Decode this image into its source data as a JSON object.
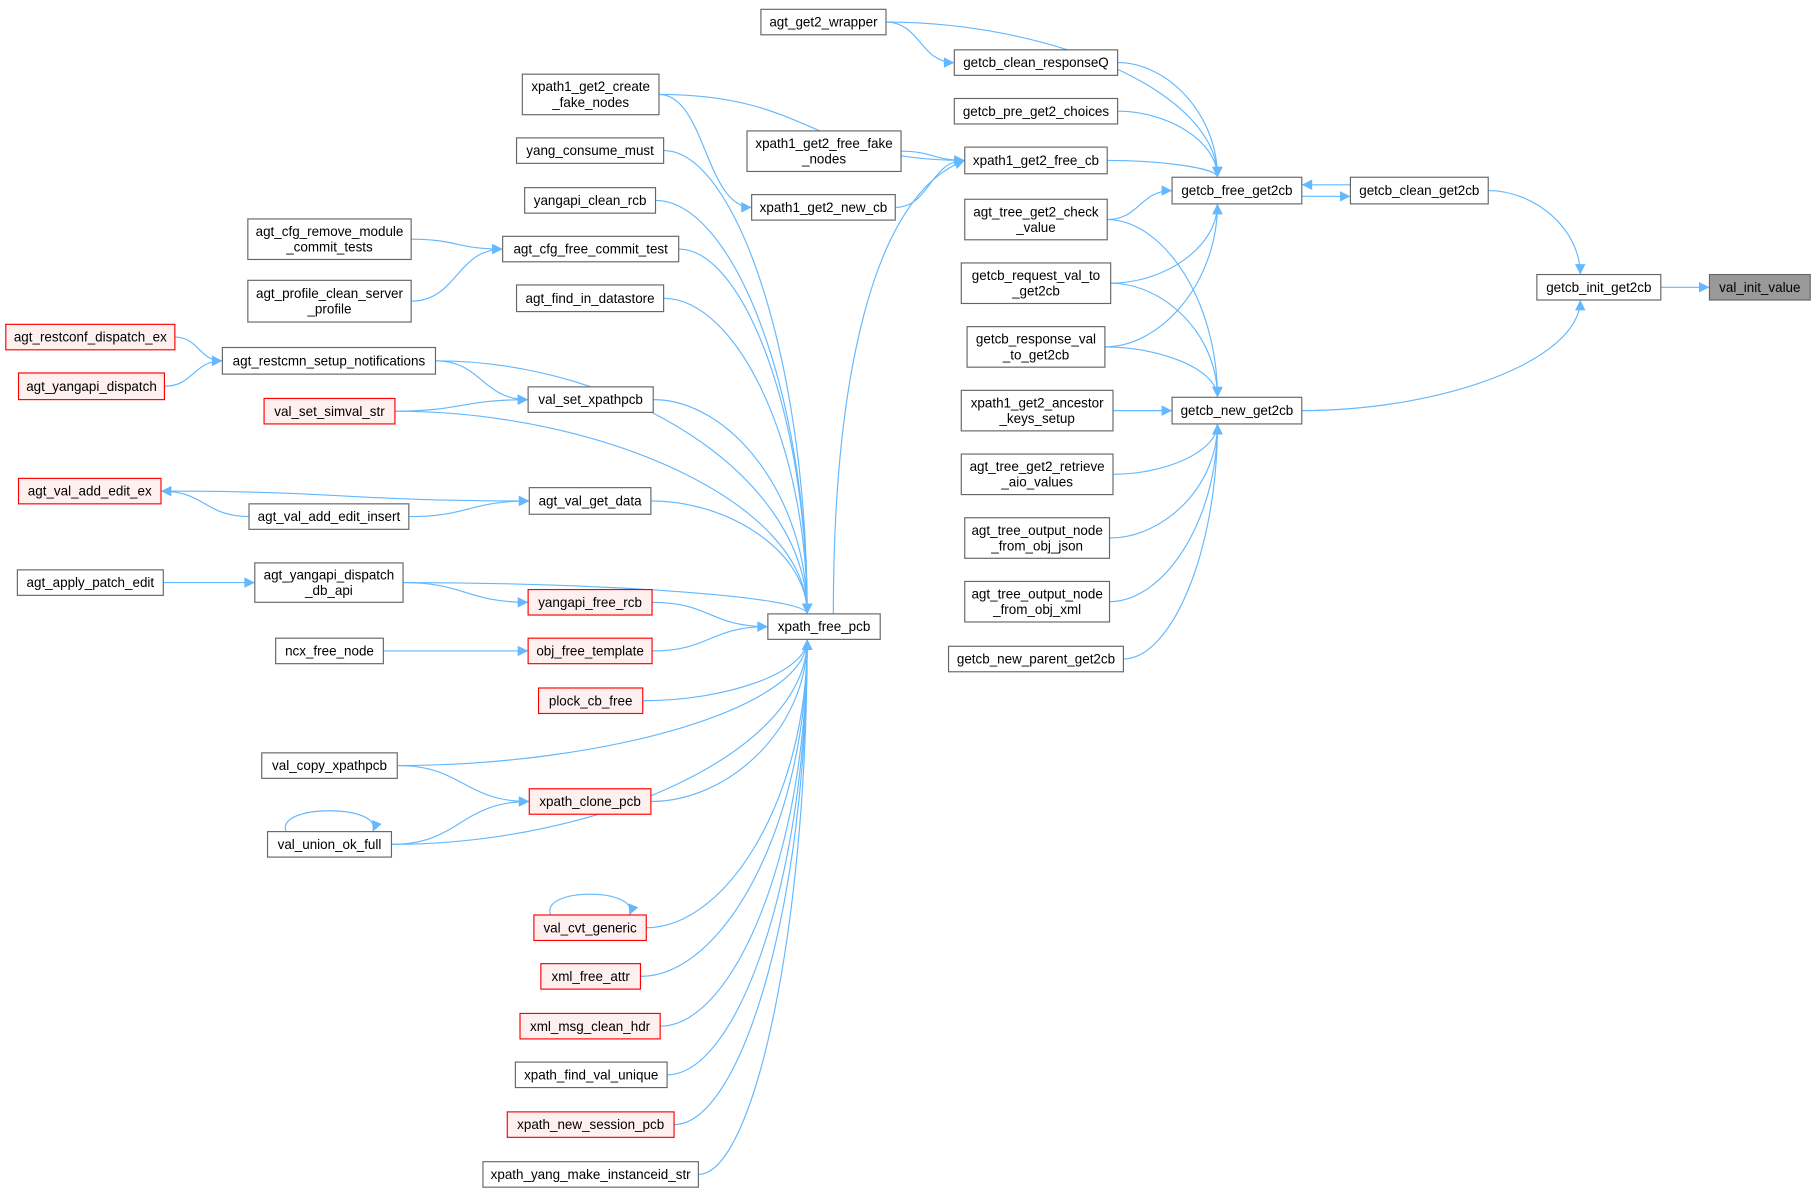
{
  "colors": {
    "edge": "#63b8ff",
    "focus_fill": "#999999",
    "red_border": "#ff0000",
    "red_fill": "#fff0f0"
  },
  "nodes": [
    {
      "lines": [
        "val_init_value"
      ],
      "style": "focus"
    },
    {
      "lines": [
        "getcb_init_get2cb"
      ],
      "style": "normal"
    },
    {
      "lines": [
        "getcb_clean_get2cb"
      ],
      "style": "normal"
    },
    {
      "lines": [
        "getcb_free_get2cb"
      ],
      "style": "normal"
    },
    {
      "lines": [
        "getcb_new_get2cb"
      ],
      "style": "normal"
    },
    {
      "lines": [
        "agt_get2_wrapper"
      ],
      "style": "normal"
    },
    {
      "lines": [
        "getcb_clean_responseQ"
      ],
      "style": "normal"
    },
    {
      "lines": [
        "getcb_pre_get2_choices"
      ],
      "style": "normal"
    },
    {
      "lines": [
        "xpath1_get2_free_cb"
      ],
      "style": "normal"
    },
    {
      "lines": [
        "agt_tree_get2_check",
        "_value"
      ],
      "style": "normal"
    },
    {
      "lines": [
        "getcb_request_val_to",
        "_get2cb"
      ],
      "style": "normal"
    },
    {
      "lines": [
        "getcb_response_val",
        "_to_get2cb"
      ],
      "style": "normal"
    },
    {
      "lines": [
        "xpath1_get2_ancestor",
        "_keys_setup"
      ],
      "style": "normal"
    },
    {
      "lines": [
        "agt_tree_get2_retrieve",
        "_aio_values"
      ],
      "style": "normal"
    },
    {
      "lines": [
        "agt_tree_output_node",
        "_from_obj_json"
      ],
      "style": "normal"
    },
    {
      "lines": [
        "agt_tree_output_node",
        "_from_obj_xml"
      ],
      "style": "normal"
    },
    {
      "lines": [
        "getcb_new_parent_get2cb"
      ],
      "style": "normal"
    },
    {
      "lines": [
        "xpath1_get2_create",
        "_fake_nodes"
      ],
      "style": "normal"
    },
    {
      "lines": [
        "xpath1_get2_free_fake",
        "_nodes"
      ],
      "style": "normal"
    },
    {
      "lines": [
        "xpath1_get2_new_cb"
      ],
      "style": "normal"
    },
    {
      "lines": [
        "yang_consume_must"
      ],
      "style": "normal"
    },
    {
      "lines": [
        "yangapi_clean_rcb"
      ],
      "style": "normal"
    },
    {
      "lines": [
        "agt_cfg_free_commit_test"
      ],
      "style": "normal"
    },
    {
      "lines": [
        "agt_cfg_remove_module",
        "_commit_tests"
      ],
      "style": "normal"
    },
    {
      "lines": [
        "agt_profile_clean_server",
        "_profile"
      ],
      "style": "normal"
    },
    {
      "lines": [
        "agt_find_in_datastore"
      ],
      "style": "normal"
    },
    {
      "lines": [
        "agt_restconf_dispatch_ex"
      ],
      "style": "red"
    },
    {
      "lines": [
        "agt_yangapi_dispatch"
      ],
      "style": "red"
    },
    {
      "lines": [
        "agt_restcmn_setup_notifications"
      ],
      "style": "normal"
    },
    {
      "lines": [
        "val_set_xpathpcb"
      ],
      "style": "normal"
    },
    {
      "lines": [
        "val_set_simval_str"
      ],
      "style": "red"
    },
    {
      "lines": [
        "agt_val_add_edit_ex"
      ],
      "style": "red"
    },
    {
      "lines": [
        "agt_val_add_edit_insert"
      ],
      "style": "normal"
    },
    {
      "lines": [
        "agt_val_get_data"
      ],
      "style": "normal"
    },
    {
      "lines": [
        "agt_apply_patch_edit"
      ],
      "style": "normal"
    },
    {
      "lines": [
        "agt_yangapi_dispatch",
        "_db_api"
      ],
      "style": "normal"
    },
    {
      "lines": [
        "yangapi_free_rcb"
      ],
      "style": "red"
    },
    {
      "lines": [
        "ncx_free_node"
      ],
      "style": "normal"
    },
    {
      "lines": [
        "obj_free_template"
      ],
      "style": "red"
    },
    {
      "lines": [
        "plock_cb_free"
      ],
      "style": "red"
    },
    {
      "lines": [
        "xpath_free_pcb"
      ],
      "style": "normal"
    },
    {
      "lines": [
        "val_copy_xpathpcb"
      ],
      "style": "normal"
    },
    {
      "lines": [
        "xpath_clone_pcb"
      ],
      "style": "red"
    },
    {
      "lines": [
        "val_union_ok_full"
      ],
      "style": "normal"
    },
    {
      "lines": [
        "val_cvt_generic"
      ],
      "style": "red"
    },
    {
      "lines": [
        "xml_free_attr"
      ],
      "style": "red"
    },
    {
      "lines": [
        "xml_msg_clean_hdr"
      ],
      "style": "red"
    },
    {
      "lines": [
        "xpath_find_val_unique"
      ],
      "style": "normal"
    },
    {
      "lines": [
        "xpath_new_session_pcb"
      ],
      "style": "red"
    },
    {
      "lines": [
        "xpath_yang_make_instanceid_str"
      ],
      "style": "normal"
    }
  ],
  "edges": [
    [
      1,
      0
    ],
    [
      2,
      1
    ],
    [
      4,
      1
    ],
    [
      3,
      2
    ],
    [
      2,
      3
    ],
    [
      5,
      3
    ],
    [
      6,
      3
    ],
    [
      7,
      3
    ],
    [
      8,
      3
    ],
    [
      9,
      3
    ],
    [
      10,
      3
    ],
    [
      11,
      3
    ],
    [
      9,
      4
    ],
    [
      10,
      4
    ],
    [
      11,
      4
    ],
    [
      12,
      4
    ],
    [
      13,
      4
    ],
    [
      14,
      4
    ],
    [
      15,
      4
    ],
    [
      16,
      4
    ],
    [
      5,
      6
    ],
    [
      17,
      8
    ],
    [
      18,
      8
    ],
    [
      19,
      8
    ],
    [
      40,
      8
    ],
    [
      17,
      19
    ],
    [
      20,
      40
    ],
    [
      21,
      40
    ],
    [
      22,
      40
    ],
    [
      25,
      40
    ],
    [
      28,
      40
    ],
    [
      29,
      40
    ],
    [
      30,
      40
    ],
    [
      33,
      40
    ],
    [
      35,
      40
    ],
    [
      36,
      40
    ],
    [
      38,
      40
    ],
    [
      39,
      40
    ],
    [
      41,
      40
    ],
    [
      42,
      40
    ],
    [
      43,
      40
    ],
    [
      44,
      40
    ],
    [
      45,
      40
    ],
    [
      46,
      40
    ],
    [
      47,
      40
    ],
    [
      48,
      40
    ],
    [
      49,
      40
    ],
    [
      23,
      22
    ],
    [
      24,
      22
    ],
    [
      26,
      28
    ],
    [
      27,
      28
    ],
    [
      28,
      29
    ],
    [
      30,
      29
    ],
    [
      32,
      31
    ],
    [
      31,
      33
    ],
    [
      32,
      33
    ],
    [
      34,
      35
    ],
    [
      35,
      36
    ],
    [
      37,
      38
    ],
    [
      41,
      42
    ],
    [
      43,
      42
    ],
    [
      43,
      43
    ],
    [
      44,
      44
    ]
  ]
}
